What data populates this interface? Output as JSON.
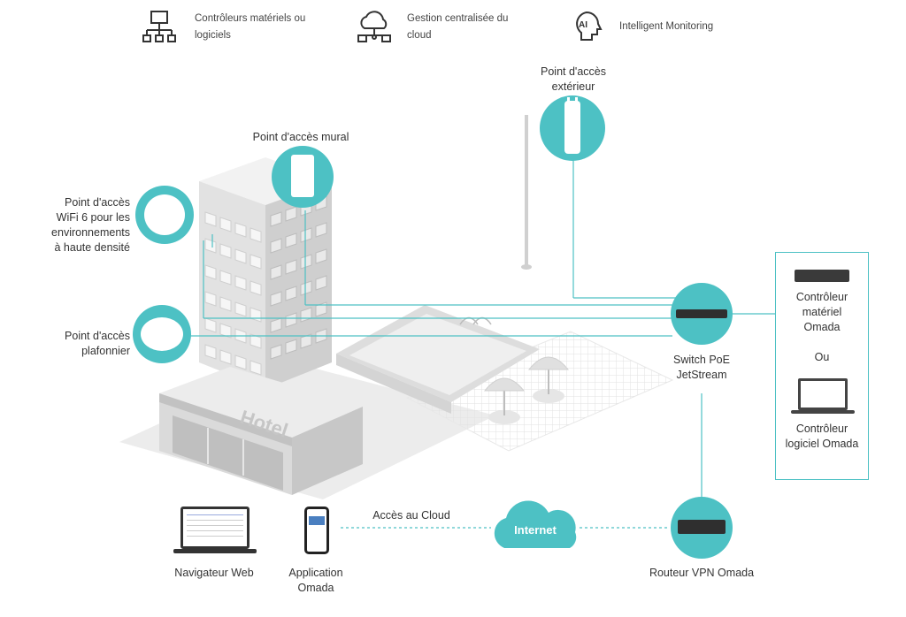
{
  "legend": {
    "hardware": "Contrôleurs matériels ou\nlogiciels",
    "cloud": "Gestion centralisée du\ncloud",
    "monitoring": "Intelligent Monitoring"
  },
  "labels": {
    "outdoor_ap": "Point d'accès\nextérieur",
    "wall_ap": "Point d'accès mural",
    "wifi6_ap": "Point d'accès\nWiFi 6 pour les\nenvironnements\nà haute densité",
    "ceiling_ap": "Point d'accès\nplafonnier",
    "switch": "Switch PoE\nJetStream",
    "hw_controller": "Contrôleur\nmatériel\nOmada",
    "or": "Ou",
    "sw_controller": "Contrôleur\nlogiciel Omada",
    "router": "Routeur VPN Omada",
    "internet": "Internet",
    "cloud_access": "Accès au Cloud",
    "web_browser": "Navigateur Web",
    "app": "Application\nOmada",
    "hotel_sign": "Hotel"
  },
  "colors": {
    "accent": "#4dc1c4",
    "building": "#e4e4e4",
    "building_dark": "#cfcfcf",
    "text": "#333333"
  }
}
